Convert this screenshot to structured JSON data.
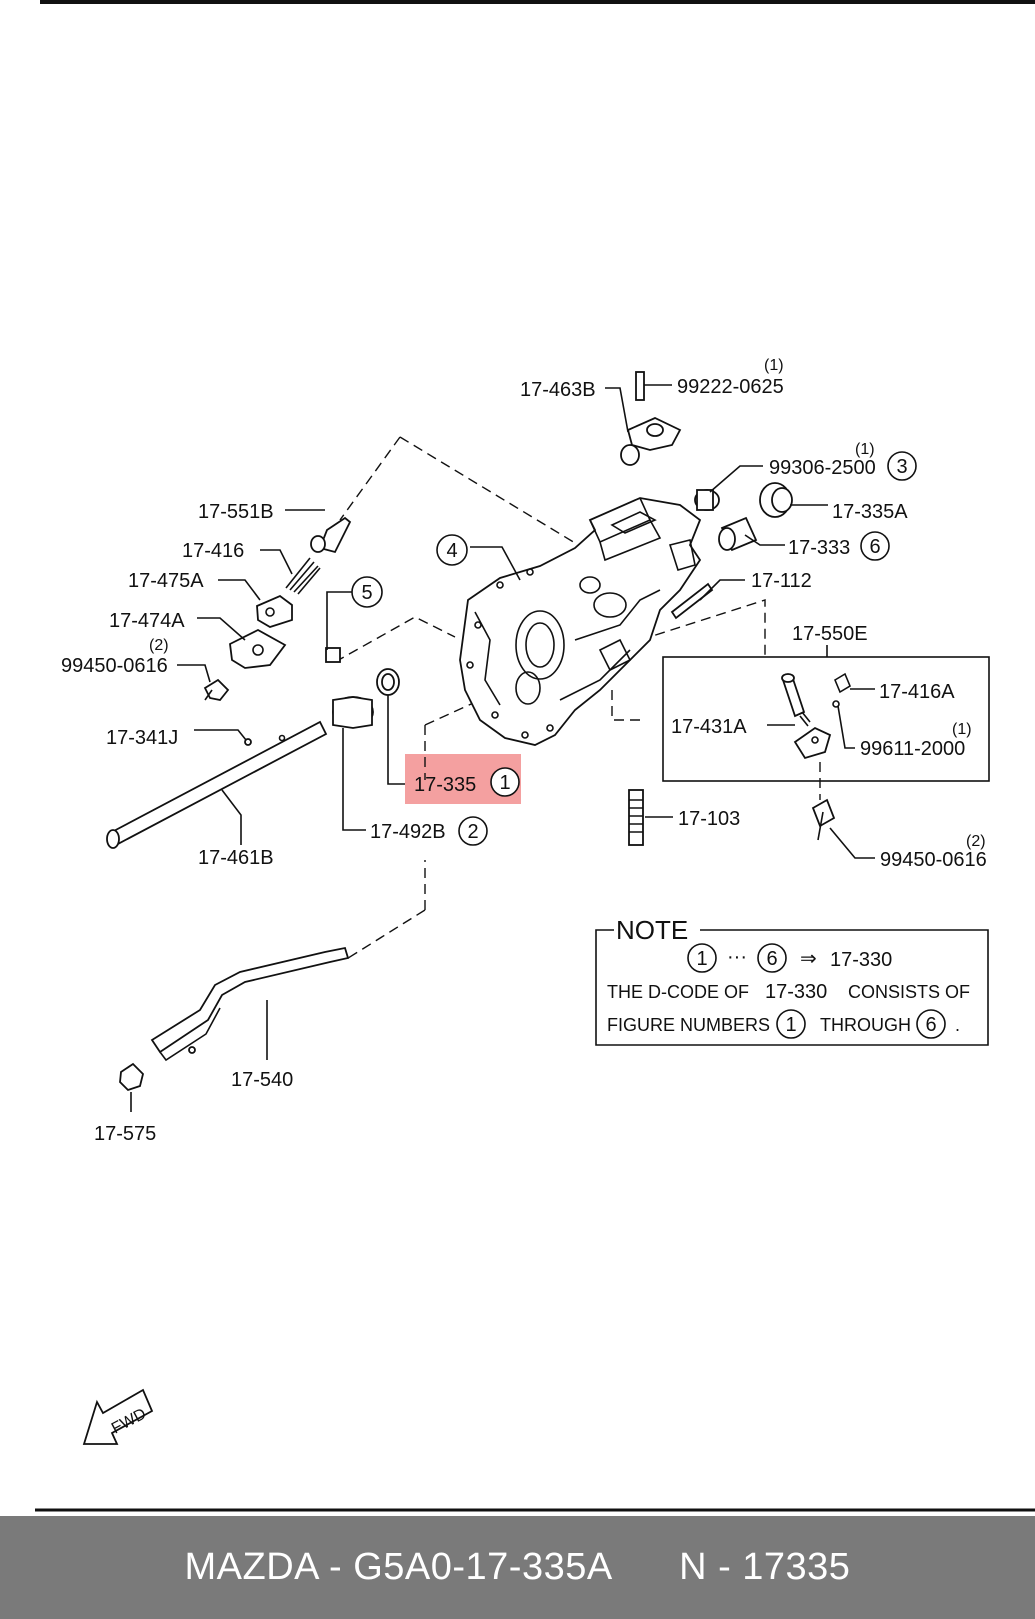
{
  "labels": {
    "p17_463B": "17-463B",
    "p99222_0625": "99222-0625",
    "q1a": "(1)",
    "p99306_2500": "99306-2500",
    "q1b": "(1)",
    "c3": "3",
    "p17_335A": "17-335A",
    "p17_333": "17-333",
    "c6": "6",
    "c4": "4",
    "p17_551B": "17-551B",
    "p17_416": "17-416",
    "p17_475A": "17-475A",
    "c5": "5",
    "p17_112": "17-112",
    "p17_474A": "17-474A",
    "q2a": "(2)",
    "p99450_0616a": "99450-0616",
    "p17_550E": "17-550E",
    "p17_416A": "17-416A",
    "p17_431A": "17-431A",
    "q1c": "(1)",
    "p99611_2000": "99611-2000",
    "p17_341J": "17-341J",
    "p17_335": "17-335",
    "c1": "1",
    "p17_103": "17-103",
    "p17_492B": "17-492B",
    "c2": "2",
    "p17_461B": "17-461B",
    "q2b": "(2)",
    "p99450_0616b": "99450-0616",
    "p17_540": "17-540",
    "p17_575": "17-575",
    "fwd": "FWD"
  },
  "note": {
    "title": "NOTE",
    "c1": "1",
    "ellipsis": "···",
    "c6": "6",
    "arrow": "⇒",
    "code": "17-330",
    "line2a": "THE D-CODE OF",
    "line2code": "17-330",
    "line2b": "CONSISTS OF",
    "line3a": "FIGURE NUMBERS",
    "line3c1": "1",
    "line3b": "THROUGH",
    "line3c6": "6",
    "line3end": "."
  },
  "highlight_color": "#f4a0a0",
  "footer": {
    "brand": "MAZDA - G5A0-17-335A",
    "number": "N - 17335"
  }
}
